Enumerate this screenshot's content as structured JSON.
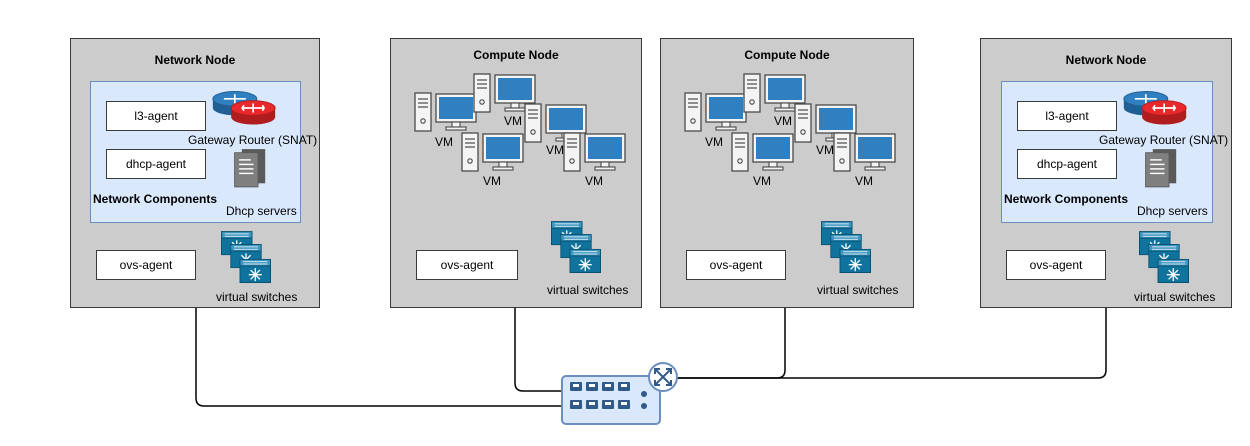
{
  "nodes": [
    {
      "title": "Network Node",
      "l3_agent": "l3-agent",
      "dhcp_agent": "dhcp-agent",
      "router_label": "Gateway Router (SNAT)",
      "components_label": "Network Components",
      "dhcp_servers_label": "Dhcp servers",
      "ovs_agent": "ovs-agent",
      "switches_label": "virtual switches"
    },
    {
      "title": "Compute Node",
      "vm_labels": [
        "VM",
        "VM",
        "VM",
        "VM",
        "VM"
      ],
      "ovs_agent": "ovs-agent",
      "switches_label": "virtual switches"
    },
    {
      "title": "Compute Node",
      "vm_labels": [
        "VM",
        "VM",
        "VM",
        "VM",
        "VM"
      ],
      "ovs_agent": "ovs-agent",
      "switches_label": "virtual switches"
    },
    {
      "title": "Network Node",
      "l3_agent": "l3-agent",
      "dhcp_agent": "dhcp-agent",
      "router_label": "Gateway Router (SNAT)",
      "components_label": "Network Components",
      "dhcp_servers_label": "Dhcp servers",
      "ovs_agent": "ovs-agent",
      "switches_label": "virtual switches"
    }
  ],
  "colors": {
    "node_fill": "#cccccc",
    "components_fill": "#dae8fc",
    "components_border": "#6c8ebf",
    "switch_blue": "#10739e",
    "router_red": "#e8282b",
    "router_blue": "#2f7fc1",
    "physical_switch_fill": "#dae8fc"
  },
  "icons": [
    "router-icon",
    "dhcp-server-icon",
    "virtual-switch-icon",
    "computer-icon",
    "physical-switch-icon"
  ]
}
